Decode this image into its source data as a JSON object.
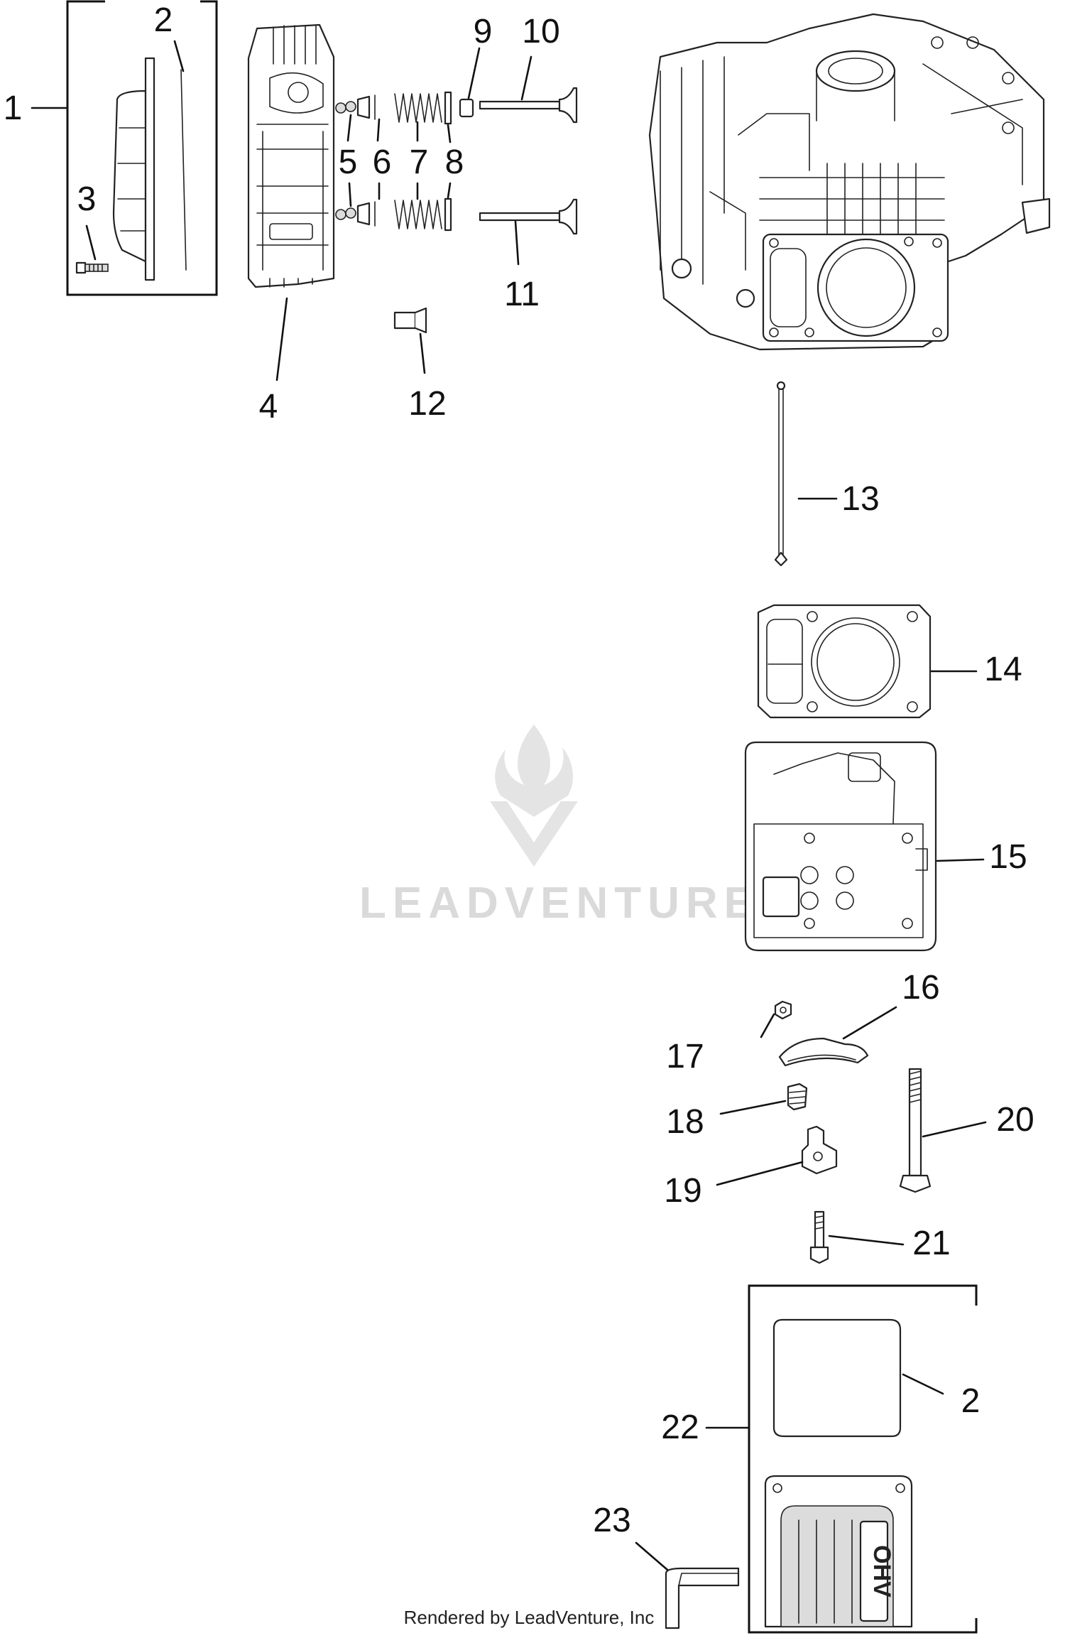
{
  "callouts": [
    {
      "id": "c1",
      "text": "1"
    },
    {
      "id": "c2a",
      "text": "2"
    },
    {
      "id": "c3",
      "text": "3"
    },
    {
      "id": "c4",
      "text": "4"
    },
    {
      "id": "c5",
      "text": "5"
    },
    {
      "id": "c6",
      "text": "6"
    },
    {
      "id": "c7",
      "text": "7"
    },
    {
      "id": "c8",
      "text": "8"
    },
    {
      "id": "c9",
      "text": "9"
    },
    {
      "id": "c10",
      "text": "10"
    },
    {
      "id": "c11",
      "text": "11"
    },
    {
      "id": "c12",
      "text": "12"
    },
    {
      "id": "c13",
      "text": "13"
    },
    {
      "id": "c14",
      "text": "14"
    },
    {
      "id": "c15",
      "text": "15"
    },
    {
      "id": "c16",
      "text": "16"
    },
    {
      "id": "c17",
      "text": "17"
    },
    {
      "id": "c18",
      "text": "18"
    },
    {
      "id": "c19",
      "text": "19"
    },
    {
      "id": "c20",
      "text": "20"
    },
    {
      "id": "c21",
      "text": "21"
    },
    {
      "id": "c22",
      "text": "22"
    },
    {
      "id": "c2b",
      "text": "2"
    },
    {
      "id": "c23",
      "text": "23"
    }
  ],
  "watermark": {
    "text": "LEADVENTURE"
  },
  "footer": {
    "text": "Rendered by LeadVenture, Inc"
  },
  "cover_badge": {
    "text": "OHV"
  },
  "colors": {
    "ink": "#222222",
    "watermark": "#d6d6d6",
    "background": "#ffffff"
  }
}
